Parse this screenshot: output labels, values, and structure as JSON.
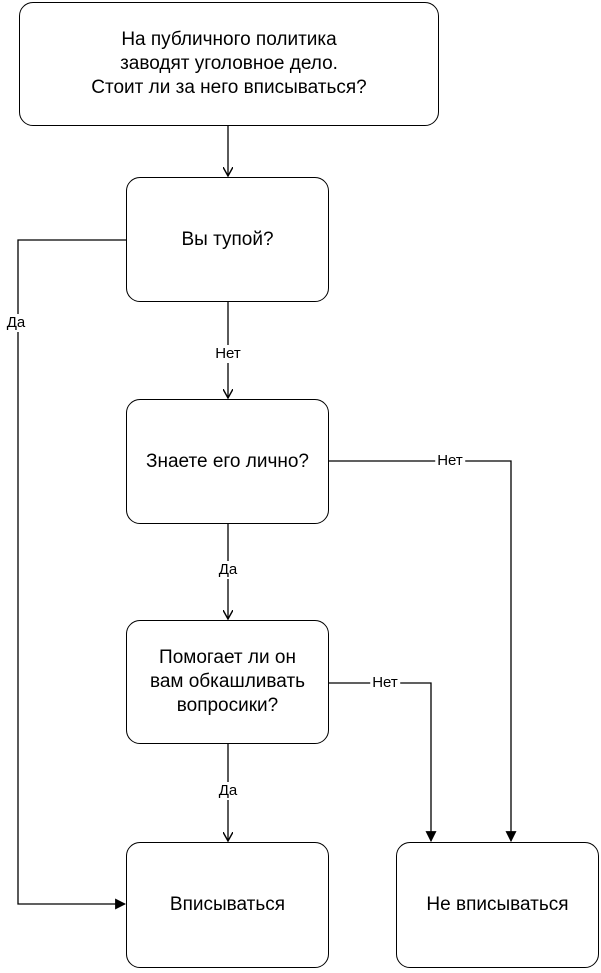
{
  "nodes": {
    "start": "На публичного политика\nзаводят уголовное дело.\nСтоит ли за него вписываться?",
    "q1": "Вы тупой?",
    "q2": "Знаете его лично?",
    "q3": "Помогает ли он\nвам обкашливать\nвопросики?",
    "outcome_yes": "Вписываться",
    "outcome_no": "Не вписываться"
  },
  "edges": {
    "q1_yes": "Да",
    "q1_no": "Нет",
    "q2_yes": "Да",
    "q2_no": "Нет",
    "q3_yes": "Да",
    "q3_no": "Нет"
  },
  "colors": {
    "stroke": "#000000",
    "fill": "#ffffff"
  }
}
